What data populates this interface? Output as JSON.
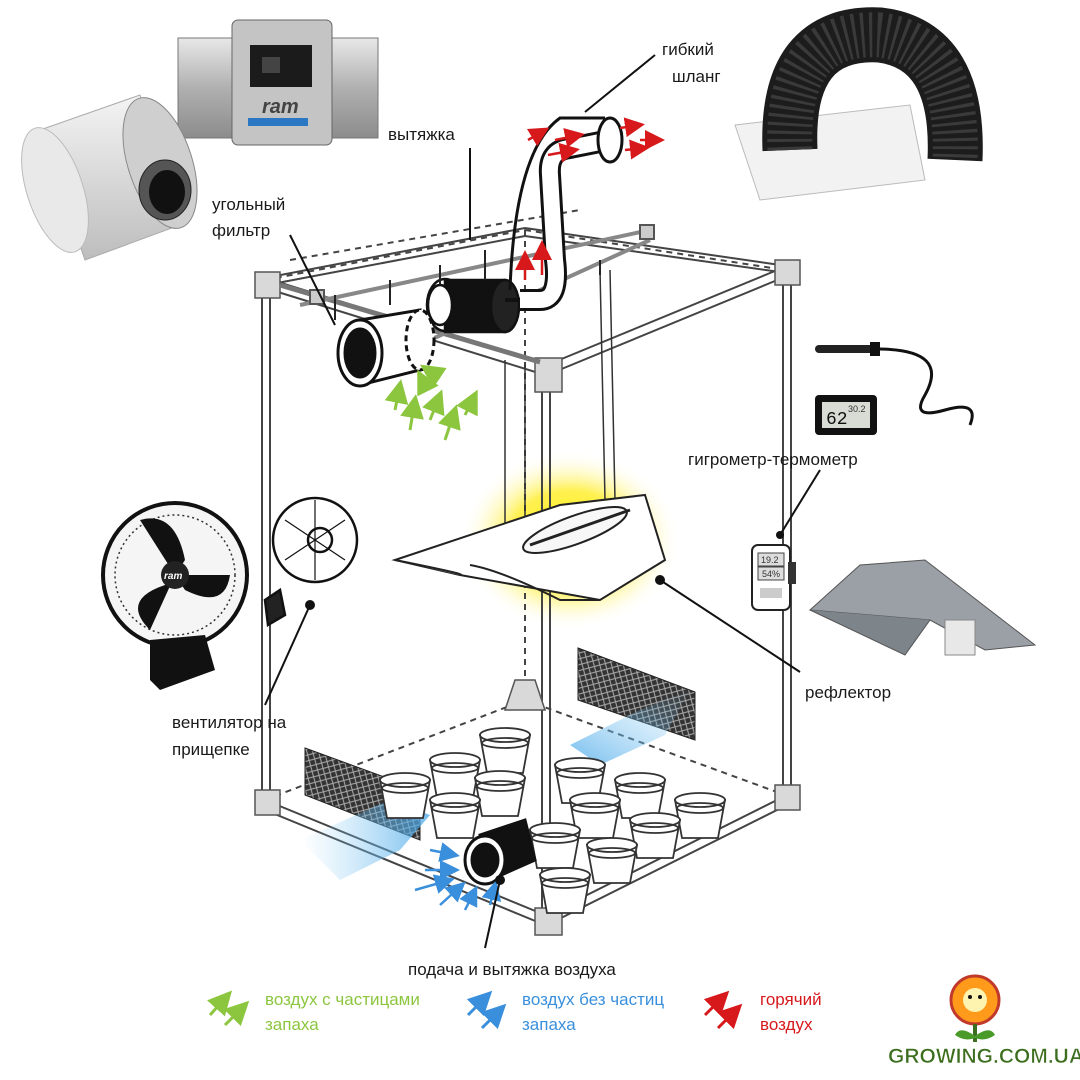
{
  "labels": {
    "flex_hose_1": "гибкий",
    "flex_hose_2": "шланг",
    "exhaust": "вытяжка",
    "carbon_filter_1": "угольный",
    "carbon_filter_2": "фильтр",
    "hygrometer": "гигрометр-термометр",
    "clip_fan_1": "вентилятор на",
    "clip_fan_2": "прищепке",
    "reflector": "рефлектор",
    "air_supply": "подача и вытяжка воздуха"
  },
  "legend": [
    {
      "line1": "воздух с частицами",
      "line2": "запаха",
      "color": "#8cc63f"
    },
    {
      "line1": "воздух без частиц",
      "line2": "запаха",
      "color": "#3a8fdc"
    },
    {
      "line1": "горячий",
      "line2": "воздух",
      "color": "#d7191c"
    }
  ],
  "brand": {
    "fan_brand": "ram",
    "logo_text": "GROWING.COM.UA"
  },
  "hygrometer_display": {
    "reading_1": "62",
    "reading_2": "30.2",
    "reading_3": "19.2",
    "reading_4": "54%"
  },
  "colors": {
    "frame": "#555555",
    "lamp_glow": "#ffe600",
    "odor_air": "#8cc63f",
    "clean_air": "#3a8fdc",
    "hot_air": "#d7191c",
    "logo_green": "#3c6e1e"
  }
}
